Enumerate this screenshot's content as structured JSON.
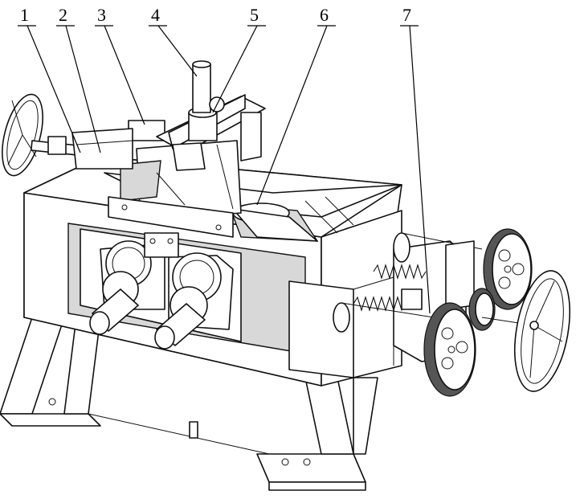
{
  "callouts": [
    {
      "id": "1",
      "label": "1"
    },
    {
      "id": "2",
      "label": "2"
    },
    {
      "id": "3",
      "label": "3"
    },
    {
      "id": "4",
      "label": "4"
    },
    {
      "id": "5",
      "label": "5"
    },
    {
      "id": "6",
      "label": "6"
    },
    {
      "id": "7",
      "label": "7"
    }
  ],
  "colors": {
    "line": "#111111",
    "shade": "#d8d8d8",
    "background": "#ffffff"
  }
}
